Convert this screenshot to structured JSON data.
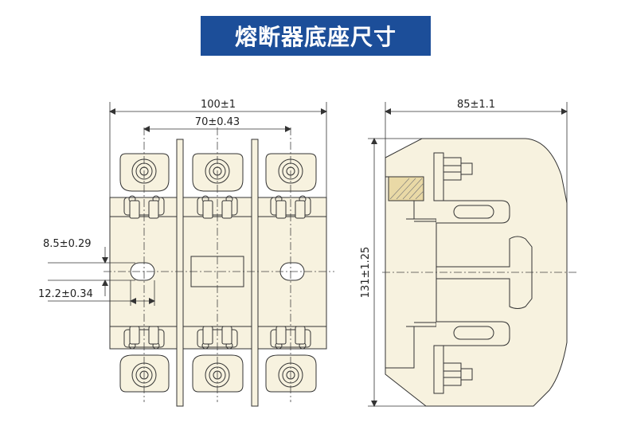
{
  "title": "熔断器底座尺寸",
  "dimensions": {
    "overall_width": "100±1",
    "pitch": "70±0.43",
    "depth": "85±1.1",
    "height": "131±1.25",
    "slot_width": "8.5±0.29",
    "slot_offset": "12.2±0.34"
  },
  "colors": {
    "title_bg": "#1c4e99",
    "body_fill": "#f7f2df",
    "line": "#333333"
  }
}
